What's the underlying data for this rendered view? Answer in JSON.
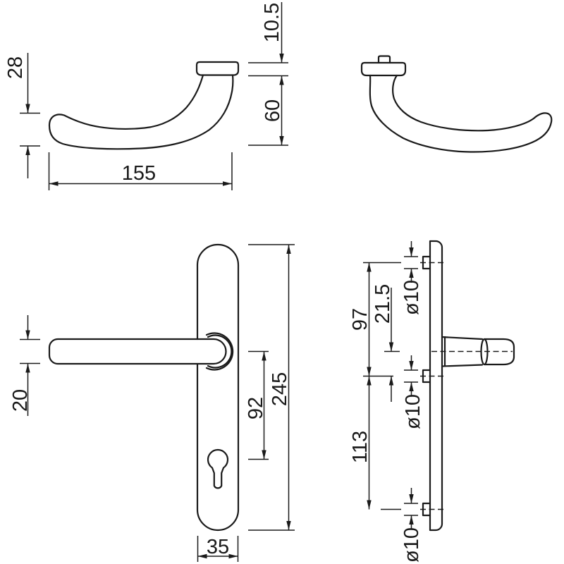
{
  "drawing": {
    "kind": "technical dimension drawing",
    "subject": "door lever handle with narrow backplate"
  },
  "colors": {
    "line": "#1a1a1a",
    "background": "#ffffff"
  },
  "views": {
    "lever_side": {
      "dims": {
        "grip_height": "28",
        "length": "155",
        "collar_height": "10.5",
        "projection": "60"
      }
    },
    "plate_front": {
      "dims": {
        "grip_thickness": "20",
        "handle_to_cylinder": "92",
        "plate_length": "245",
        "plate_width": "35"
      }
    },
    "plate_side": {
      "dims": {
        "top_fixing_to_handle_axis": "97",
        "handle_axis_to_mid_fixing": "21.5",
        "mid_to_bottom_fixing": "113",
        "fixing_diameter_top": "ø10",
        "fixing_diameter_mid": "ø10",
        "fixing_diameter_bottom": "ø10"
      }
    }
  }
}
